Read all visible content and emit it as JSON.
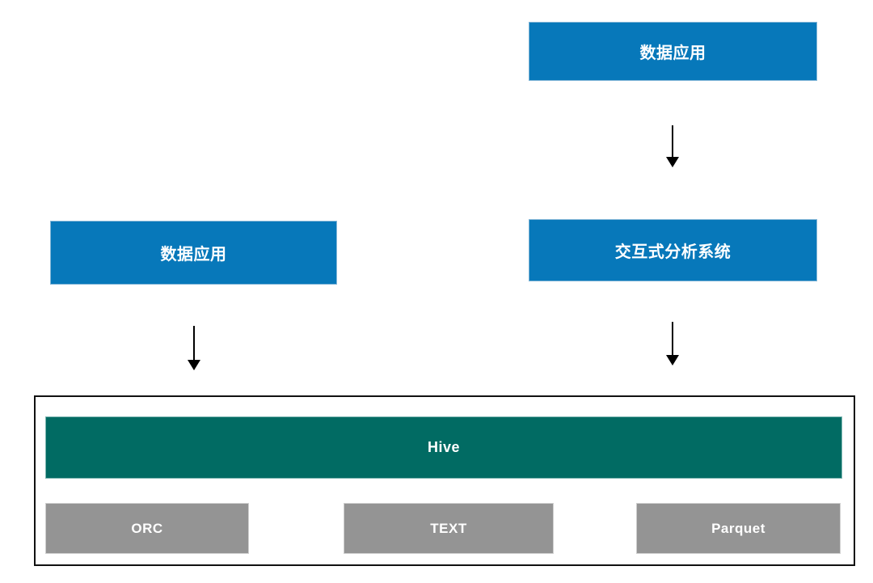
{
  "diagram": {
    "nodes": {
      "data_app_top": {
        "label": "数据应用"
      },
      "data_app_left": {
        "label": "数据应用"
      },
      "interactive_analysis": {
        "label": "交互式分析系统"
      },
      "hive": {
        "label": "Hive"
      },
      "orc": {
        "label": "ORC"
      },
      "text": {
        "label": "TEXT"
      },
      "parquet": {
        "label": "Parquet"
      }
    },
    "edges": [
      {
        "from": "data_app_top",
        "to": "interactive_analysis",
        "type": "arrow-down"
      },
      {
        "from": "data_app_left",
        "to": "hive_container",
        "type": "arrow-down"
      },
      {
        "from": "interactive_analysis",
        "to": "hive_container",
        "type": "arrow-down"
      }
    ],
    "colors": {
      "node_blue": "#0778BA",
      "node_teal": "#016B63",
      "node_gray": "#949494",
      "arrow_black": "#000000",
      "container_border": "#111111",
      "label_text": "#FFFFFF"
    }
  }
}
